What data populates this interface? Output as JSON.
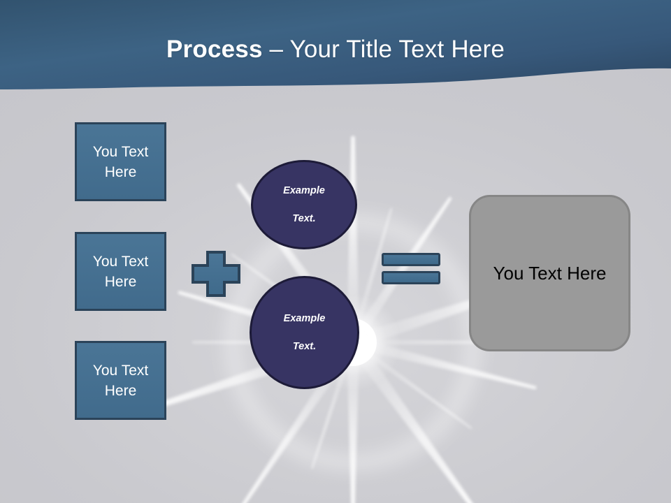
{
  "slide": {
    "title": {
      "bold_part": "Process",
      "regular_part": " – Your Title Text Here"
    },
    "colors": {
      "header_dark": "#2c4660",
      "header_light": "#3d6384",
      "background_gray": "#c9c9ce",
      "accent_blue": "#456f90",
      "accent_blue_border": "#2b4359",
      "circle_navy": "#373463",
      "circle_navy_border": "#1d1b38",
      "result_gray": "#9a9a9a",
      "result_gray_border": "#868686",
      "title_text": "#ffffff",
      "burst_white": "#ffffff"
    }
  },
  "inputs": [
    {
      "label": "You Text Here"
    },
    {
      "label": "You Text Here"
    },
    {
      "label": "You Text Here"
    }
  ],
  "operators": {
    "plus": "+",
    "equals": "="
  },
  "circles": [
    {
      "line1": "Example",
      "line2": "Text."
    },
    {
      "line1": "Example",
      "line2": "Text."
    }
  ],
  "result": {
    "label": "You Text Here"
  }
}
